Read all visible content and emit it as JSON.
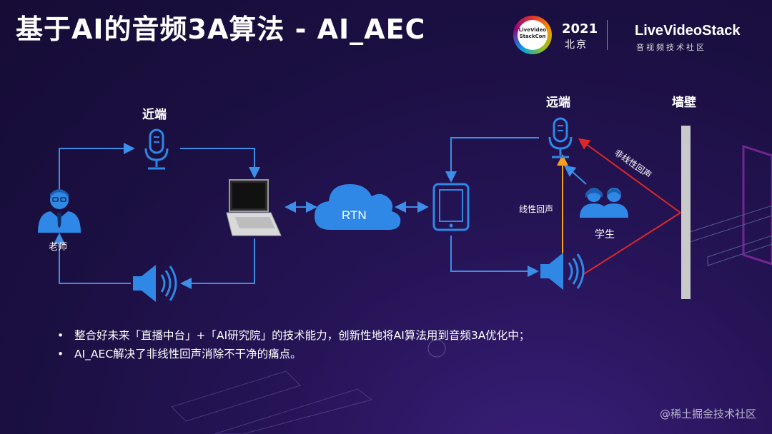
{
  "title": "基于AI的音频3A算法 - AI_AEC",
  "logo": {
    "badge_line1": "LiveVideo",
    "badge_line2": "StackCon",
    "year": "2021",
    "city": "北京",
    "brand": "LiveVideoStack",
    "brand_sub": "音视频技术社区"
  },
  "diagram": {
    "near_end_label": "近端",
    "teacher_label": "老师",
    "rtn_label": "RTN",
    "far_end_label": "远端",
    "wall_label": "墙壁",
    "students_label": "学生",
    "linear_echo_label": "线性回声",
    "nonlinear_echo_label": "非线性回声",
    "colors": {
      "line": "#3d8ee8",
      "icon": "#2f88e6",
      "linear_echo": "#f3a21b",
      "nonlinear_echo": "#e02727",
      "wall": "#c9c9c9"
    }
  },
  "bullets": [
    "整合好未来「直播中台」+「AI研究院」的技术能力，创新性地将AI算法用到音频3A优化中；",
    "AI_AEC解决了非线性回声消除不干净的痛点。"
  ],
  "watermark": "@稀土掘金技术社区"
}
